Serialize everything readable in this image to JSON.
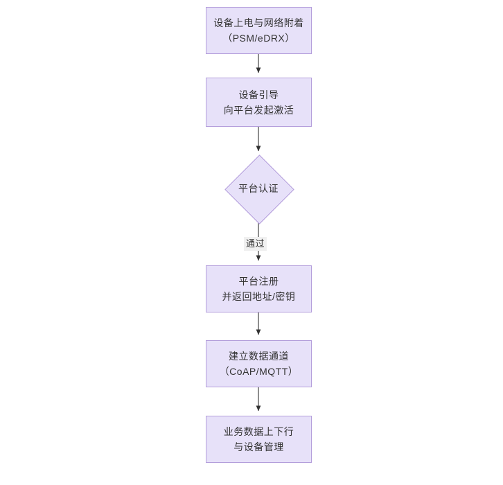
{
  "diagram": {
    "type": "flowchart",
    "orientation": "top-to-bottom",
    "background_color": "#ffffff",
    "node_fill_color": "#e7e1f9",
    "node_border_color": "#b39ddb",
    "text_color": "#333333",
    "edge_color": "#444444",
    "nodes": [
      {
        "id": "n1",
        "shape": "rectangle",
        "lines": [
          "设备上电与网络附着",
          "（PSM/eDRX）"
        ]
      },
      {
        "id": "n2",
        "shape": "rectangle",
        "lines": [
          "设备引导",
          "向平台发起激活"
        ]
      },
      {
        "id": "n3",
        "shape": "diamond",
        "lines": [
          "平台认证"
        ]
      },
      {
        "id": "n4",
        "shape": "rectangle",
        "lines": [
          "平台注册",
          "并返回地址/密钥"
        ]
      },
      {
        "id": "n5",
        "shape": "rectangle",
        "lines": [
          "建立数据通道",
          "（CoAP/MQTT）"
        ]
      },
      {
        "id": "n6",
        "shape": "rectangle",
        "lines": [
          "业务数据上下行",
          "与设备管理"
        ]
      }
    ],
    "edges": [
      {
        "from": "n1",
        "to": "n2",
        "label": ""
      },
      {
        "from": "n2",
        "to": "n3",
        "label": ""
      },
      {
        "from": "n3",
        "to": "n4",
        "label": "通过"
      },
      {
        "from": "n4",
        "to": "n5",
        "label": ""
      },
      {
        "from": "n5",
        "to": "n6",
        "label": ""
      },
      {
        "from": "n6",
        "to": "",
        "label": ""
      }
    ]
  }
}
